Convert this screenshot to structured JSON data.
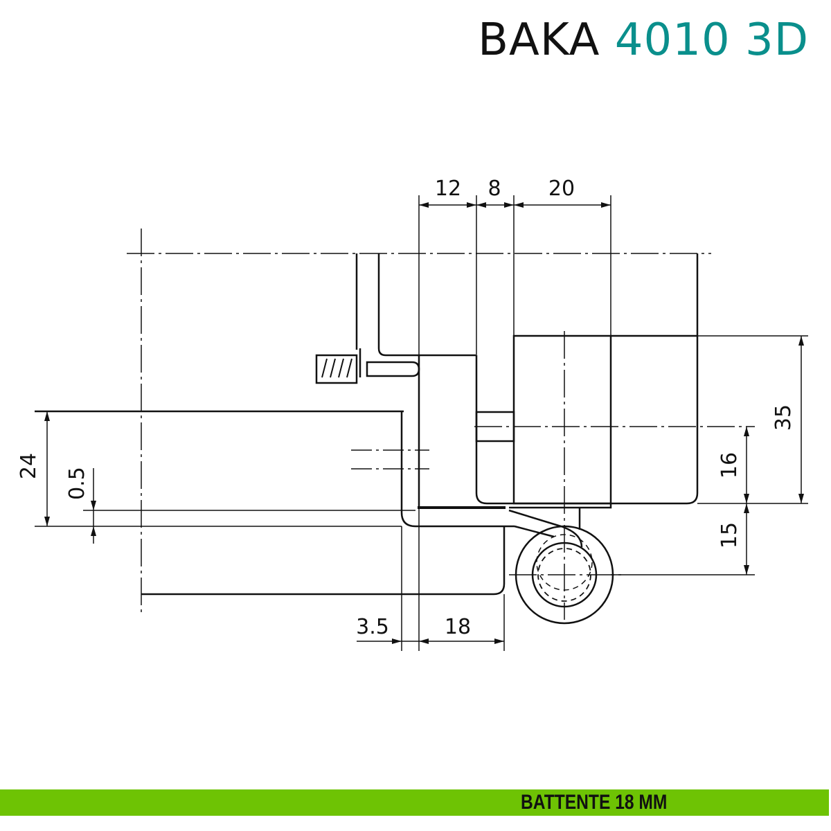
{
  "header": {
    "brand": "BAKA",
    "model": "4010 3D",
    "brand_color": "#111111",
    "model_color": "#0a8f8c"
  },
  "dimensions": {
    "top": [
      "12",
      "8",
      "20"
    ],
    "right": [
      "35",
      "16",
      "15"
    ],
    "left": [
      "24",
      "0.5"
    ],
    "bottom": [
      "3.5",
      "18"
    ]
  },
  "footer": {
    "label": "BATTENTE 18 MM",
    "color": "#6ec304"
  }
}
